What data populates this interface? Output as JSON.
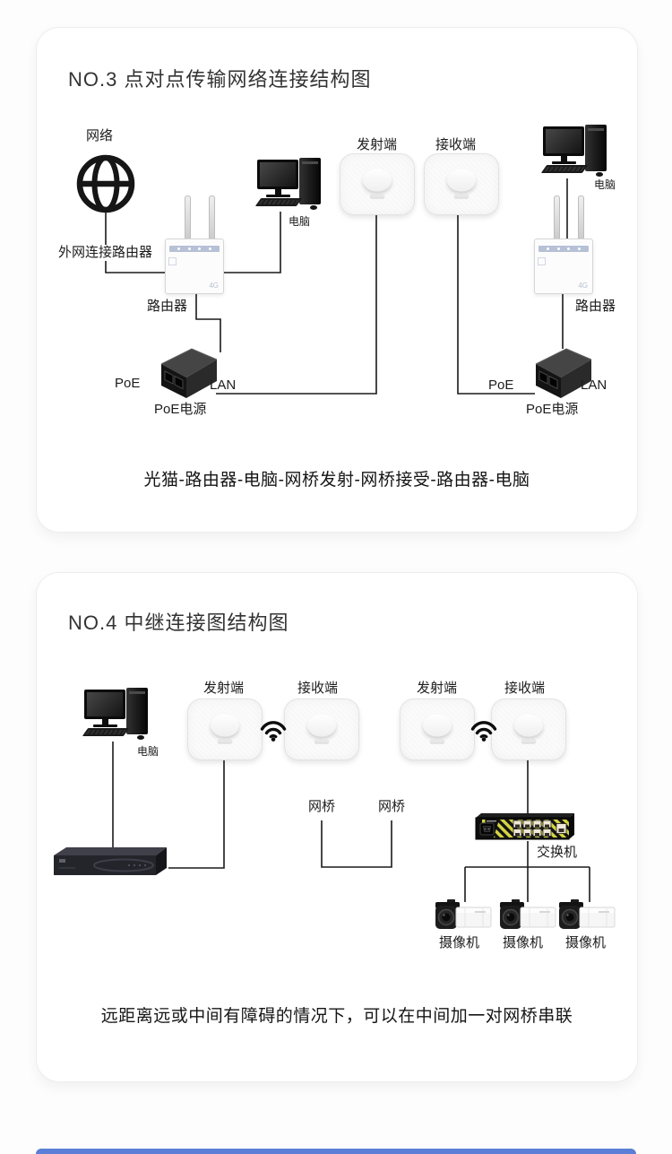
{
  "page": {
    "background": "#fdfdfd",
    "card_background": "#ffffff",
    "line_color": "#1a1a1a",
    "bottom_bar_color": "#5b7ed6"
  },
  "panel1": {
    "title": "NO.3 点对点传输网络连接结构图",
    "network_label": "网络",
    "wan_router_label": "外网连接路由器",
    "router_left_label": "路由器",
    "pc_left_label": "电脑",
    "transmitter_label": "发射端",
    "receiver_label": "接收端",
    "pc_right_label": "电脑",
    "router_right_label": "路由器",
    "poe_left": {
      "poe": "PoE",
      "lan": "LAN",
      "name": "PoE电源"
    },
    "poe_right": {
      "poe": "PoE",
      "lan": "LAN",
      "name": "PoE电源"
    },
    "caption": "光猫-路由器-电脑-网桥发射-网桥接受-路由器-电脑"
  },
  "panel2": {
    "title": "NO.4 中继连接图结构图",
    "pc_label": "电脑",
    "tx1_label": "发射端",
    "rx1_label": "接收端",
    "tx2_label": "发射端",
    "rx2_label": "接收端",
    "bridge_left_label": "网桥",
    "bridge_right_label": "网桥",
    "switch_label": "交换机",
    "camera1_label": "摄像机",
    "camera2_label": "摄像机",
    "camera3_label": "摄像机",
    "caption": "远距离远或中间有障碍的情况下，可以在中间加一对网桥串联"
  },
  "devices": {
    "router_badge": "4G"
  }
}
